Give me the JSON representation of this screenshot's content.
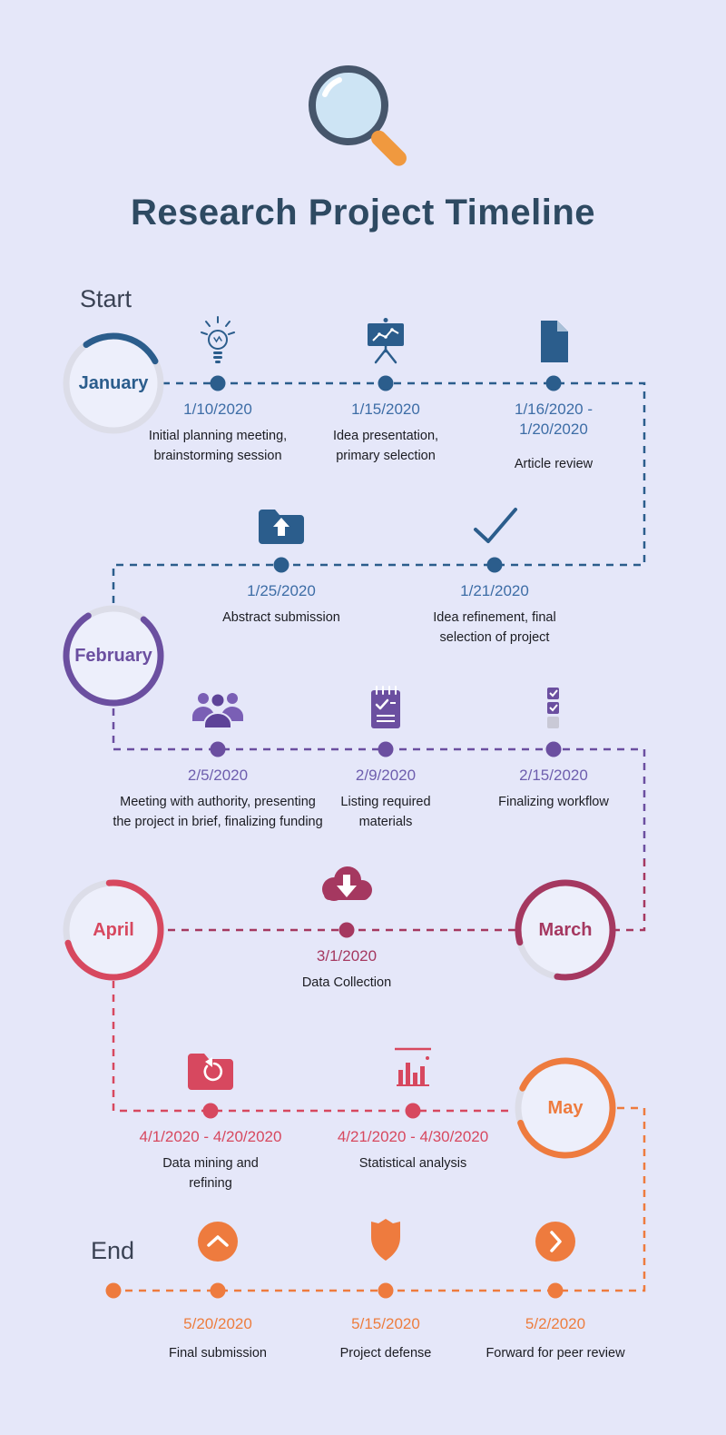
{
  "page": {
    "title": "Research Project Timeline"
  },
  "labels": {
    "start": "Start",
    "end": "End"
  },
  "months": {
    "january": "January",
    "february": "February",
    "march": "March",
    "april": "April",
    "may": "May"
  },
  "colors": {
    "background": "#e5e7f9",
    "title": "#2e4a62",
    "blue": "#2b5d8c",
    "purple": "#6b4fa0",
    "maroon": "#a53860",
    "red": "#d7485f",
    "orange": "#ee7b3e"
  },
  "milestones": {
    "jan1": {
      "date": "1/10/2020",
      "desc": "Initial planning meeting, brainstorming session",
      "icon": "lightbulb-icon"
    },
    "jan2": {
      "date": "1/15/2020",
      "desc": "Idea presentation, primary selection",
      "icon": "presentation-chart-icon"
    },
    "jan3": {
      "date": "1/16/2020 - 1/20/2020",
      "desc": "Article review",
      "icon": "document-icon"
    },
    "jan4": {
      "date": "1/25/2020",
      "desc": "Abstract submission",
      "icon": "folder-upload-icon"
    },
    "jan5": {
      "date": "1/21/2020",
      "desc": "Idea refinement, final selection of project",
      "icon": "checkmark-icon"
    },
    "feb1": {
      "date": "2/5/2020",
      "desc": "Meeting with authority, presenting the project in brief, finalizing funding",
      "icon": "people-icon"
    },
    "feb2": {
      "date": "2/9/2020",
      "desc": "Listing required materials",
      "icon": "notepad-check-icon"
    },
    "feb3": {
      "date": "2/15/2020",
      "desc": "Finalizing workflow",
      "icon": "checklist-icon"
    },
    "mar1": {
      "date": "3/1/2020",
      "desc": "Data Collection",
      "icon": "cloud-download-icon"
    },
    "apr1": {
      "date": "4/1/2020 - 4/20/2020",
      "desc": "Data mining and refining",
      "icon": "folder-restore-icon"
    },
    "apr2": {
      "date": "4/21/2020 - 4/30/2020",
      "desc": "Statistical analysis",
      "icon": "bar-chart-icon"
    },
    "may1": {
      "date": "5/20/2020",
      "desc": "Final submission",
      "icon": "chevron-up-circle-icon"
    },
    "may2": {
      "date": "5/15/2020",
      "desc": "Project defense",
      "icon": "shield-icon"
    },
    "may3": {
      "date": "5/2/2020",
      "desc": "Forward for peer review",
      "icon": "chevron-right-circle-icon"
    }
  }
}
